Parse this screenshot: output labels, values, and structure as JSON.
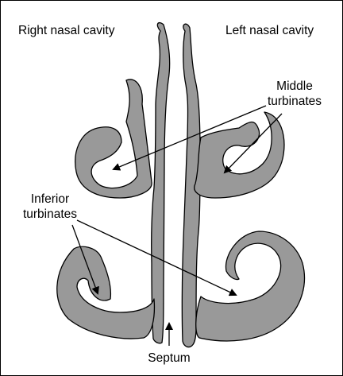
{
  "labels": {
    "right_cavity": "Right nasal cavity",
    "left_cavity": "Left nasal cavity",
    "middle_line1": "Middle",
    "middle_line2": "turbinates",
    "inferior_line1": "Inferior",
    "inferior_line2": "turbinates",
    "septum": "Septum"
  },
  "colors": {
    "tissue": "#999999",
    "outline": "#000000",
    "background": "#ffffff"
  }
}
